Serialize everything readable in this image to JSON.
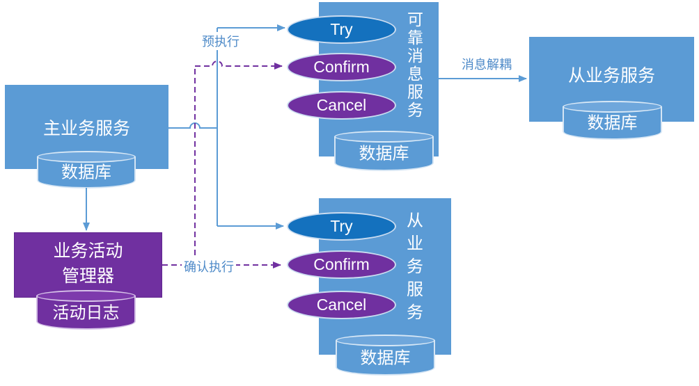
{
  "colors": {
    "box_blue": "#5B9BD5",
    "try_ellipse_blue": "#1471BE",
    "purple": "#7030A0",
    "edge_label_text": "#4E8AC8"
  },
  "nodes": {
    "main_service": {
      "label": "主业务服务",
      "database": "数据库"
    },
    "activity_manager": {
      "lines": [
        "业务活动",
        "管理器"
      ],
      "log": "活动日志"
    },
    "reliable_message_service": {
      "label": "可靠消息服务",
      "database": "数据库",
      "operations": [
        "Try",
        "Confirm",
        "Cancel"
      ]
    },
    "slave_service_tcc": {
      "label": "从业务服务",
      "database": "数据库",
      "operations": [
        "Try",
        "Confirm",
        "Cancel"
      ]
    },
    "slave_service": {
      "label": "从业务服务",
      "database": "数据库"
    }
  },
  "edge_labels": {
    "pre_execute": "预执行",
    "confirm_execute": "确认执行",
    "message_decoupling": "消息解耦"
  }
}
